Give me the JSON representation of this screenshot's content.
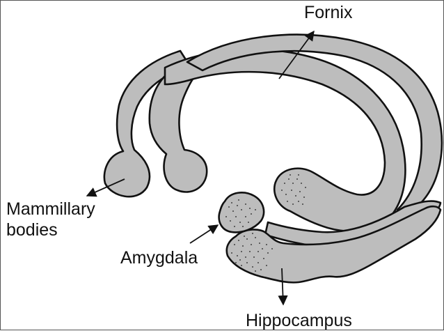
{
  "labels": {
    "fornix": "Fornix",
    "mammillary_line1": "Mammillary",
    "mammillary_line2": "bodies",
    "amygdala": "Amygdala",
    "hippocampus": "Hippocampus"
  },
  "colors": {
    "structure_fill": "#bdbdbd",
    "outline": "#111111",
    "speckle": "#1a1a1a",
    "background": "#ffffff"
  }
}
